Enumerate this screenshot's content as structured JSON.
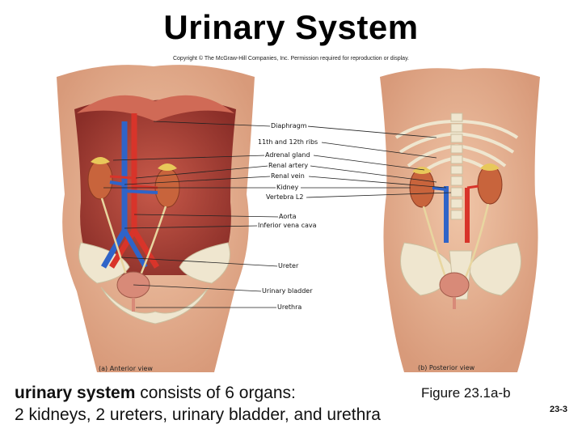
{
  "title": "Urinary System",
  "copyright": "Copyright © The McGraw-Hill Companies, Inc. Permission required for reproduction or display.",
  "labels": {
    "diaphragm": "Diaphragm",
    "ribs": "11th and 12th ribs",
    "adrenal": "Adrenal gland",
    "renal_artery": "Renal artery",
    "renal_vein": "Renal vein",
    "kidney": "Kidney",
    "vertebra": "Vertebra L2",
    "aorta": "Aorta",
    "ivc": "Inferior vena cava",
    "ureter": "Ureter",
    "bladder": "Urinary bladder",
    "urethra": "Urethra"
  },
  "views": {
    "anterior": "(a) Anterior view",
    "posterior": "(b) Posterior view"
  },
  "caption": {
    "bold": "urinary system",
    "line1_rest": " consists of 6 organs:",
    "line2": "2 kidneys, 2 ureters, urinary bladder, and urethra"
  },
  "figure_ref": "Figure 23.1a-b",
  "page_number": "23-3",
  "colors": {
    "skin": "#e8b89a",
    "muscle": "#b8463c",
    "artery": "#d8342a",
    "vein": "#2f64c8",
    "kidney": "#c8643c",
    "adrenal": "#e8c85a",
    "bone": "#efe6cf",
    "bladder": "#d88a78"
  }
}
